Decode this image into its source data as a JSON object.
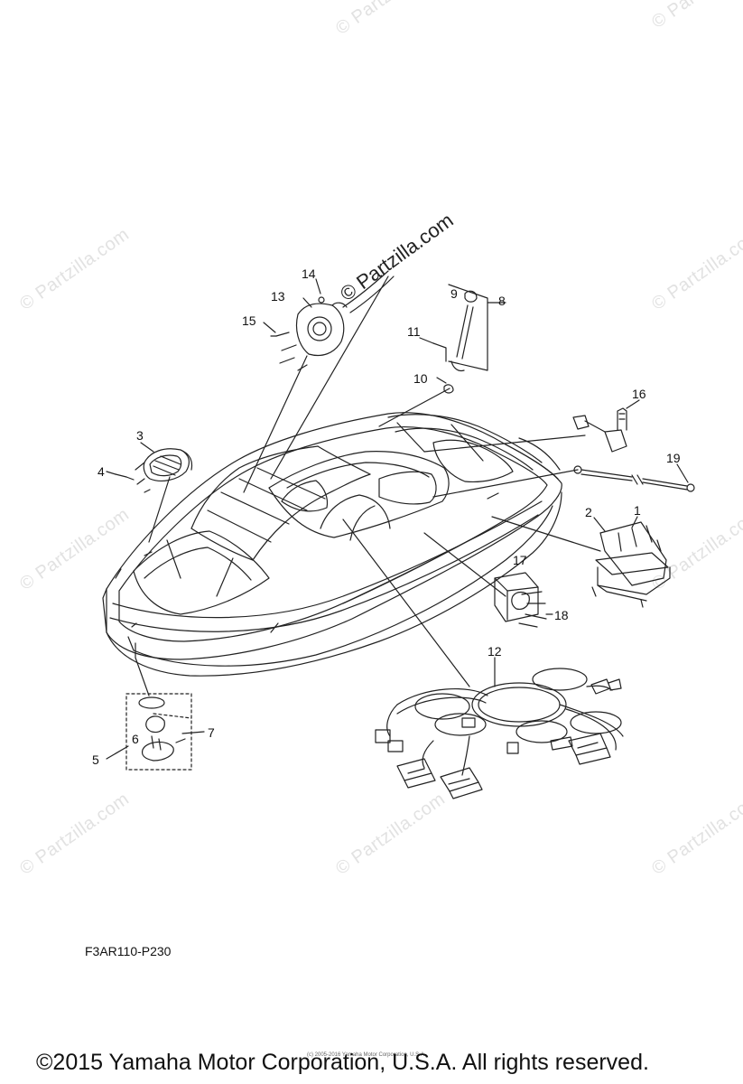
{
  "diagram": {
    "part_code": "F3AR110-P230",
    "callouts": [
      "1",
      "2",
      "3",
      "4",
      "5",
      "6",
      "7",
      "8",
      "9",
      "10",
      "11",
      "12",
      "13",
      "14",
      "15",
      "16",
      "17",
      "18",
      "19"
    ]
  },
  "watermark": {
    "main": "© Partzilla.com",
    "faint": "© Partzilla.com"
  },
  "footer": {
    "copyright": "©2015 Yamaha Motor Corporation, U.S.A. All rights reserved.",
    "small_print": "(c) 2005-2016 Yamaha Motor Corporation, U.S.A."
  },
  "colors": {
    "line": "#222222",
    "watermark": "#e2e2e2"
  }
}
